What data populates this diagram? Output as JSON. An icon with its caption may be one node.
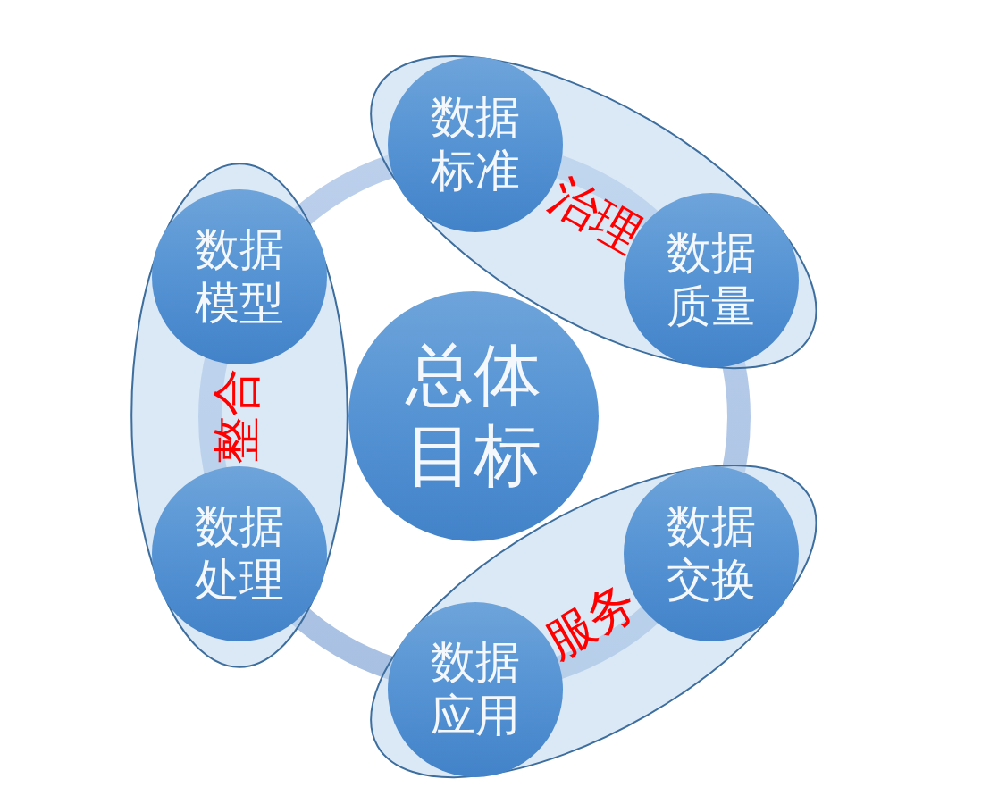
{
  "diagram": {
    "nodes": [
      {
        "text": [
          "总体目标"
        ]
      },
      {
        "text": [
          "治理"
        ]
      },
      {
        "text": [
          "数据标准"
        ],
        "in": 1
      },
      {
        "text": [
          "数据质量"
        ],
        "in": 1
      },
      {
        "text": [
          "服务"
        ]
      },
      {
        "text": [
          "数据交换"
        ],
        "in": 4
      },
      {
        "text": [
          "数据应用"
        ],
        "in": 4
      },
      {
        "text": [
          "整合"
        ]
      },
      {
        "text": [
          "数据处理"
        ],
        "in": 7
      },
      {
        "text": [
          "数据模型"
        ],
        "in": 7
      }
    ]
  }
}
